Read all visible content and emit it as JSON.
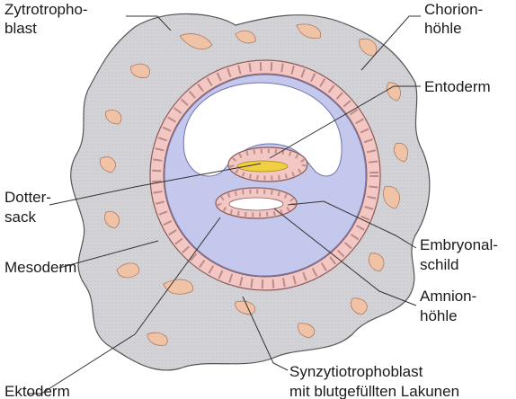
{
  "figure": {
    "labels": {
      "zytotrophoblast": [
        "Zytrotropho-",
        "blast"
      ],
      "chorionhoehle": [
        "Chorion-",
        "höhle"
      ],
      "entoderm": [
        "Entoderm"
      ],
      "dottersack": [
        "Dotter-",
        "sack"
      ],
      "embryonalschild": [
        "Embryonal-",
        "schild"
      ],
      "mesoderm": [
        "Mesoderm"
      ],
      "amnionhoehle": [
        "Amnion-",
        "höhle"
      ],
      "ektoderm": [
        "Ektoderm"
      ],
      "synzytiotrophoblast": [
        "Synzytiotrophoblast",
        "mit blutgefüllten Lakunen"
      ]
    },
    "colors": {
      "synzytiotrophoblast": "#d3d3d6",
      "lacunae": "#f0c2a6",
      "mesoderm": "#c4c8ec",
      "cells": "#f3c8c4",
      "cavity": "#ffffff",
      "yolk": "#f0d040"
    }
  }
}
